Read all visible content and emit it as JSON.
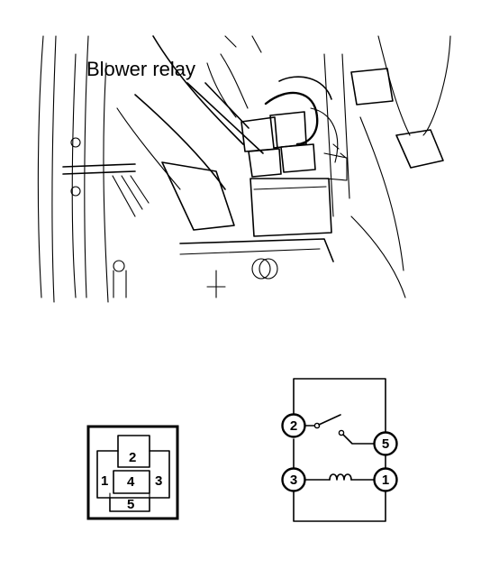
{
  "callout": {
    "label": "Blower relay"
  },
  "connector": {
    "pins": {
      "top": "2",
      "left": "1",
      "center": "4",
      "right": "3",
      "bottom": "5"
    }
  },
  "schematic": {
    "nodes": {
      "switch_common": "2",
      "switch_contact": "5",
      "coil_a": "3",
      "coil_b": "1"
    }
  }
}
